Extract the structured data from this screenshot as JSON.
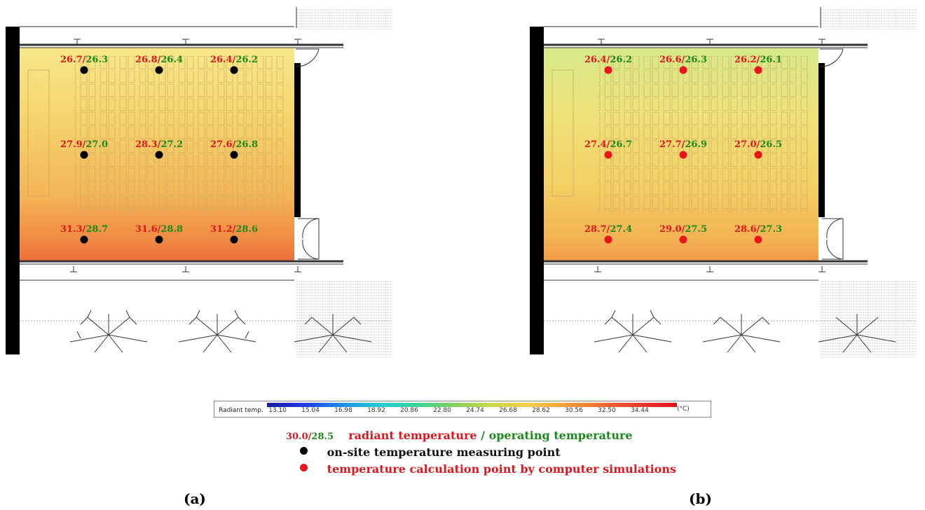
{
  "panel_a": {
    "caption": "(a)",
    "points": [
      {
        "radiant": "26.7",
        "operating": "26.3"
      },
      {
        "radiant": "26.8",
        "operating": "26.4"
      },
      {
        "radiant": "26.4",
        "operating": "26.2"
      },
      {
        "radiant": "27.9",
        "operating": "27.0"
      },
      {
        "radiant": "28.3",
        "operating": "27.2"
      },
      {
        "radiant": "27.6",
        "operating": "26.8"
      },
      {
        "radiant": "31.3",
        "operating": "28.7"
      },
      {
        "radiant": "31.6",
        "operating": "28.8"
      },
      {
        "radiant": "31.2",
        "operating": "28.6"
      }
    ]
  },
  "panel_b": {
    "caption": "(b)",
    "points": [
      {
        "radiant": "26.4",
        "operating": "26.2"
      },
      {
        "radiant": "26.6",
        "operating": "26.3"
      },
      {
        "radiant": "26.2",
        "operating": "26.1"
      },
      {
        "radiant": "27.4",
        "operating": "26.7"
      },
      {
        "radiant": "27.7",
        "operating": "26.9"
      },
      {
        "radiant": "27.0",
        "operating": "26.5"
      },
      {
        "radiant": "28.7",
        "operating": "27.4"
      },
      {
        "radiant": "29.0",
        "operating": "27.5"
      },
      {
        "radiant": "28.6",
        "operating": "27.3"
      }
    ]
  },
  "colorbar": {
    "title": "Radiant temp.",
    "ticks": [
      "13.10",
      "15.04",
      "16.98",
      "18.92",
      "20.86",
      "22.80",
      "24.74",
      "26.68",
      "28.62",
      "30.56",
      "32.50",
      "34.44"
    ],
    "unit": "(°C)"
  },
  "legend": {
    "example_radiant": "30.0",
    "example_operating": "28.5",
    "label_radiant": "radiant temperature",
    "label_sep": " / ",
    "label_operating": "operating temperature",
    "measuring_point": "on-site temperature measuring point",
    "simulation_point": "temperature calculation point by computer simulations"
  },
  "colors": {
    "radiant": "#e0161d",
    "operating": "#1a8a1a",
    "measure_dot": "#000000",
    "sim_dot": "#e8151b"
  }
}
